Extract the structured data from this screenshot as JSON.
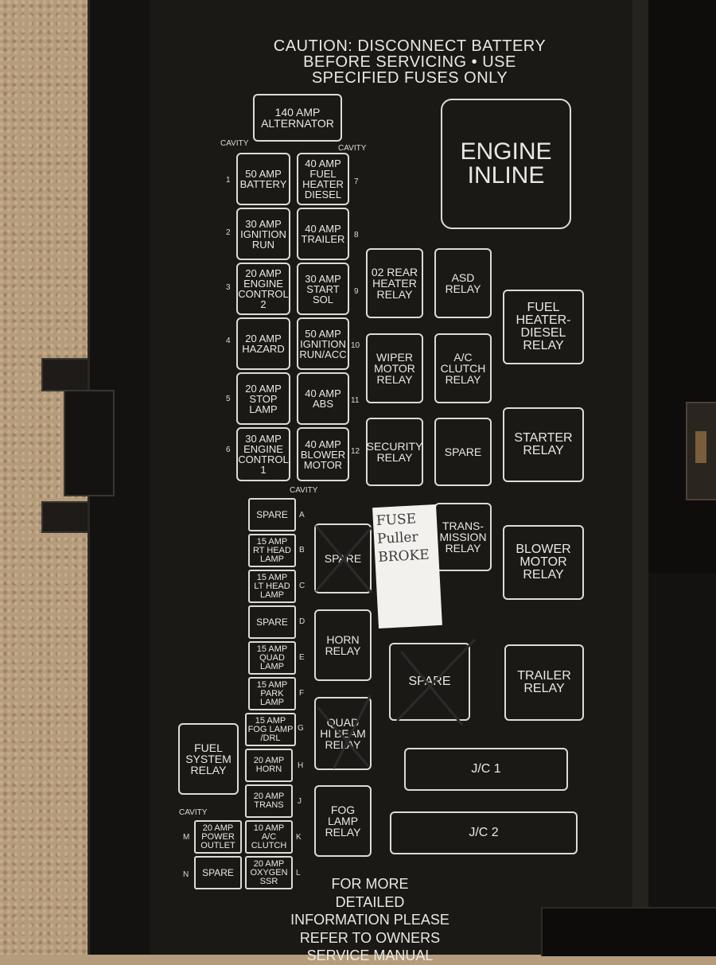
{
  "caution": "CAUTION: DISCONNECT BATTERY\nBEFORE SERVICING • USE\nSPECIFIED FUSES ONLY",
  "cavity_label": "CAVITY",
  "alternator": "140 AMP\nALTERNATOR",
  "engine_inline": "ENGINE\nINLINE",
  "left_fuses": [
    {
      "cavity": "1",
      "label": "50 AMP\nBATTERY"
    },
    {
      "cavity": "2",
      "label": "30 AMP\nIGNITION\nRUN"
    },
    {
      "cavity": "3",
      "label": "20 AMP\nENGINE\nCONTROL\n2"
    },
    {
      "cavity": "4",
      "label": "20 AMP\nHAZARD"
    },
    {
      "cavity": "5",
      "label": "20 AMP\nSTOP\nLAMP"
    },
    {
      "cavity": "6",
      "label": "30 AMP\nENGINE\nCONTROL\n1"
    }
  ],
  "right_fuses": [
    {
      "cavity": "7",
      "label": "40 AMP\nFUEL\nHEATER\nDIESEL"
    },
    {
      "cavity": "8",
      "label": "40 AMP\nTRAILER"
    },
    {
      "cavity": "9",
      "label": "30 AMP\nSTART\nSOL"
    },
    {
      "cavity": "10",
      "label": "50 AMP\nIGNITION\nRUN/ACC"
    },
    {
      "cavity": "11",
      "label": "40 AMP\nABS"
    },
    {
      "cavity": "12",
      "label": "40 AMP\nBLOWER\nMOTOR"
    }
  ],
  "mini_fuses": [
    {
      "cavity": "A",
      "label": "SPARE"
    },
    {
      "cavity": "B",
      "label": "15 AMP\nRT HEAD\nLAMP"
    },
    {
      "cavity": "C",
      "label": "15 AMP\nLT HEAD\nLAMP"
    },
    {
      "cavity": "D",
      "label": "SPARE"
    },
    {
      "cavity": "E",
      "label": "15 AMP\nQUAD\nLAMP"
    },
    {
      "cavity": "F",
      "label": "15 AMP\nPARK\nLAMP"
    },
    {
      "cavity": "G",
      "label": "15 AMP\nFOG LAMP\n/DRL"
    },
    {
      "cavity": "H",
      "label": "20 AMP\nHORN"
    },
    {
      "cavity": "J",
      "label": "20 AMP\nTRANS"
    },
    {
      "cavity": "K",
      "label": "10 AMP\nA/C\nCLUTCH"
    },
    {
      "cavity": "L",
      "label": "20 AMP\nOXYGEN\nSSR"
    },
    {
      "cavity": "M",
      "label": "20 AMP\nPOWER\nOUTLET"
    },
    {
      "cavity": "N",
      "label": "SPARE"
    }
  ],
  "relays": {
    "o2_rear_heater": "02 REAR\nHEATER\nRELAY",
    "asd": "ASD\nRELAY",
    "fuel_heater_diesel": "FUEL\nHEATER-\nDIESEL\nRELAY",
    "wiper_motor": "WIPER\nMOTOR\nRELAY",
    "ac_clutch": "A/C\nCLUTCH\nRELAY",
    "security": "SECURITY\nRELAY",
    "spare_mid": "SPARE",
    "starter": "STARTER\nRELAY",
    "spare_left": "SPARE",
    "transmission": "TRANS-\nMISSION\nRELAY",
    "blower_motor": "BLOWER\nMOTOR\nRELAY",
    "horn": "HORN\nRELAY",
    "spare_big": "SPARE",
    "trailer": "TRAILER\nRELAY",
    "quad_hi_beam": "QUAD\nHI BEAM\nRELAY",
    "fuel_system": "FUEL\nSYSTEM\nRELAY",
    "fog_lamp": "FOG\nLAMP\nRELAY",
    "jc1": "J/C  1",
    "jc2": "J/C  2"
  },
  "handwritten_note": "FUSE\nPuller\nBROKE",
  "footer": "FOR MORE\nDETAILED\nINFORMATION PLEASE\nREFER TO OWNERS\nSERVICE MANUAL",
  "colors": {
    "cover": "#1b1916",
    "print": "#e9e9e3",
    "carpet": "#b59c7c"
  }
}
